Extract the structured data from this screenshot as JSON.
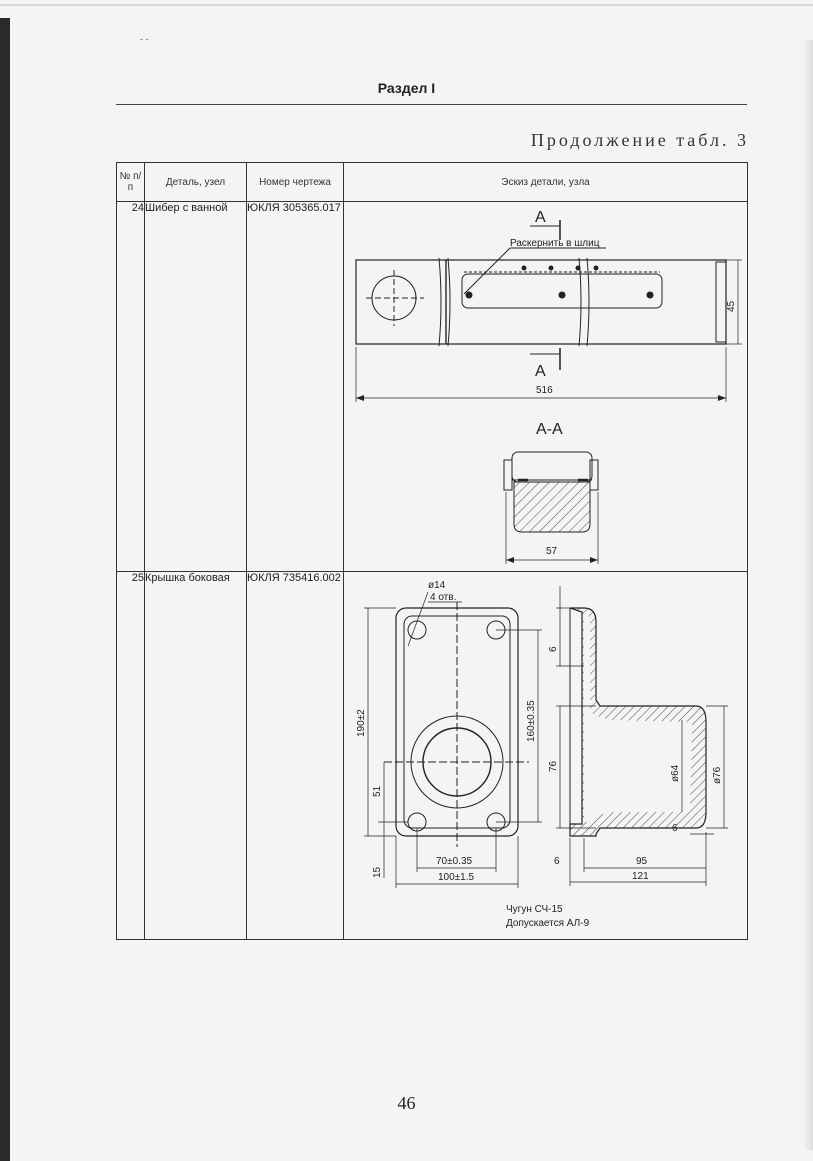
{
  "header": {
    "section": "Раздел I",
    "continuation": "Продолжение табл. 3"
  },
  "table": {
    "columns": [
      "№ п/п",
      "Деталь, узел",
      "Номер чертежа",
      "Эскиз детали, узла"
    ],
    "rows": [
      {
        "num": "24",
        "name": "Шибер с ванной",
        "drawing": "ЮКЛЯ 305365.017",
        "sketch": {
          "section_mark": "А",
          "note": "Раскернить в шлиц",
          "dims": {
            "length": "516",
            "height": "45",
            "section_width": "57"
          },
          "section_title": "А-А"
        }
      },
      {
        "num": "25",
        "name": "Крышка боковая",
        "drawing": "ЮКЛЯ 735416.002",
        "sketch": {
          "hole_dia": "ø14",
          "hole_count": "4 отв.",
          "dims": {
            "d1": "190±2",
            "d2": "160±0.35",
            "d3": "51",
            "d4": "15",
            "d5": "70±0.35",
            "d6": "100±1.5",
            "d7": "6",
            "d8": "76",
            "d9": "ø64",
            "d10": "ø76",
            "d11": "6",
            "d12": "6",
            "d13": "95",
            "d14": "121"
          },
          "material": "Чугун СЧ-15",
          "material_alt": "Допускается АЛ-9"
        }
      }
    ]
  },
  "footer": {
    "page_number": "46"
  }
}
